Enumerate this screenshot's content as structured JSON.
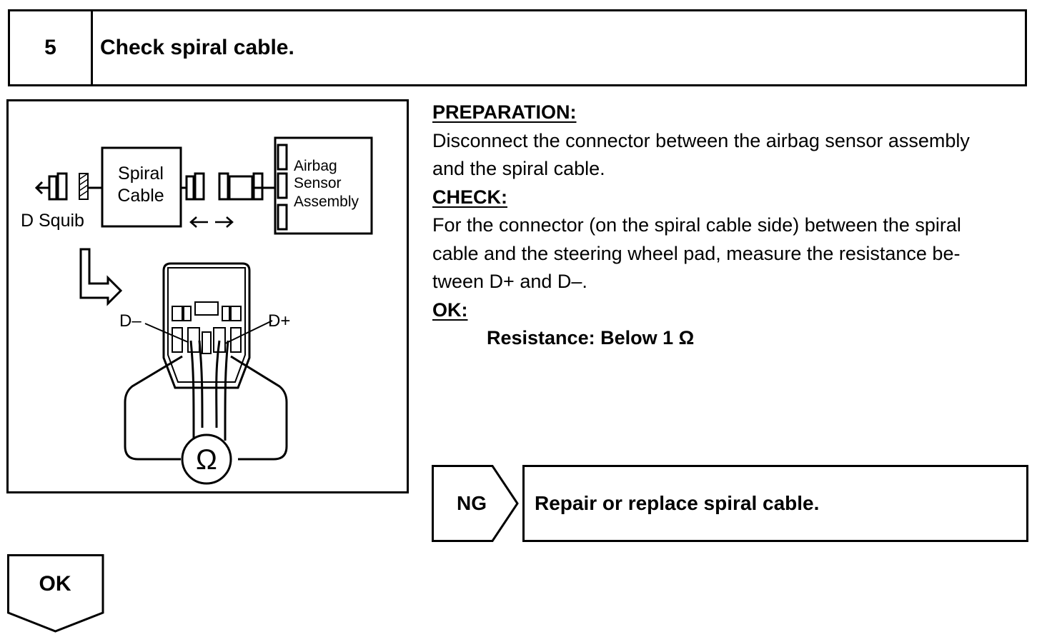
{
  "step": {
    "number": "5",
    "title": "Check spiral cable."
  },
  "figure": {
    "spiral_cable_line1": "Spiral",
    "spiral_cable_line2": "Cable",
    "airbag_line1": "Airbag",
    "airbag_line2": "Sensor",
    "airbag_line3": "Assembly",
    "squib_label": "D Squib",
    "d_minus_label": "D–",
    "d_plus_label": "D+",
    "ohm_symbol": "Ω"
  },
  "instructions": {
    "preparation_heading": "PREPARATION:",
    "preparation_text": [
      "Disconnect the connector between the airbag sensor assembly",
      "and the spiral cable."
    ],
    "check_heading": "CHECK:",
    "check_text": [
      "For the connector (on the spiral cable side) between the spiral",
      "cable and the steering wheel pad, measure the resistance be-",
      "tween D+ and D–."
    ],
    "ok_heading": "OK:",
    "ok_spec": "Resistance: Below 1 Ω"
  },
  "outcomes": {
    "ng_label": "NG",
    "ng_action": "Repair or replace spiral cable.",
    "ok_label": "OK"
  }
}
